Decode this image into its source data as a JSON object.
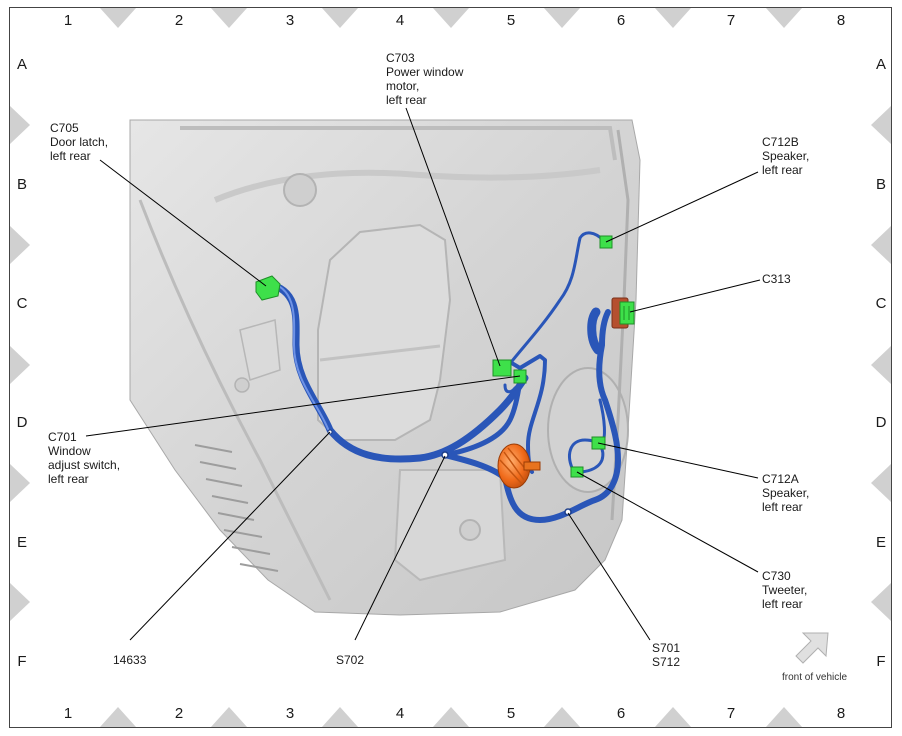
{
  "columns": [
    "1",
    "2",
    "3",
    "4",
    "5",
    "6",
    "7",
    "8"
  ],
  "rows": [
    "A",
    "B",
    "C",
    "D",
    "E",
    "F"
  ],
  "callouts": {
    "c703": [
      "C703",
      "Power window",
      "motor,",
      "left rear"
    ],
    "c705": [
      "C705",
      "Door latch,",
      "left rear"
    ],
    "c712b": [
      "C712B",
      "Speaker,",
      "left rear"
    ],
    "c313": [
      "C313"
    ],
    "c701": [
      "C701",
      "Window",
      "adjust switch,",
      "left rear"
    ],
    "c712a": [
      "C712A",
      "Speaker,",
      "left rear"
    ],
    "c730": [
      "C730",
      "Tweeter,",
      "left rear"
    ],
    "harness_14633": [
      "14633"
    ],
    "s702": [
      "S702"
    ],
    "s701_s712": [
      "S701",
      "S712"
    ]
  },
  "orientation_note": "front of vehicle",
  "colors": {
    "harness": "#2a56b8",
    "connector": "#3ee04a",
    "grommet": "#f06a1a",
    "c313_body": "#b5502f",
    "door_panel": "#d9d9d9"
  }
}
